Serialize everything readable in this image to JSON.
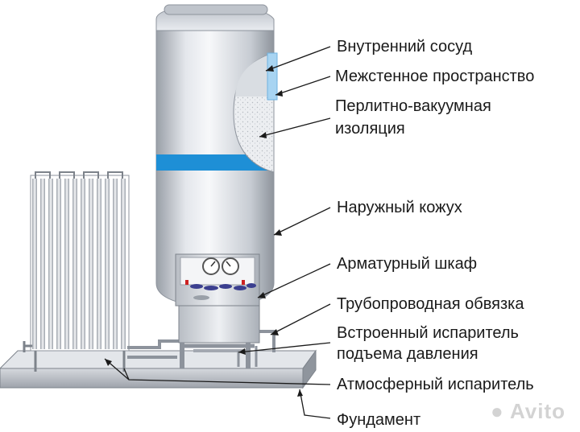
{
  "labels": {
    "inner_vessel": "Внутренний сосуд",
    "interwall_space": "Межстенное пространство",
    "insulation_line1": "Перлитно-вакуумная",
    "insulation_line2": "изоляция",
    "outer_casing": "Наружный кожух",
    "valve_cabinet": "Арматурный шкаф",
    "piping": "Трубопроводная обвязка",
    "vaporizer_line1": "Встроенный испаритель",
    "vaporizer_line2": "подъема давления",
    "atm_vaporizer": "Атмосферный испаритель",
    "foundation": "Фундамент"
  },
  "watermark": "Avito",
  "colors": {
    "tank_light": "#f2f4f7",
    "tank_mid": "#c9ced6",
    "tank_dark": "#8d939c",
    "accent_blue": "#1e8fd6",
    "interwall_blue": "#a8d4f2",
    "label_text": "#1a1a1a",
    "leader_line": "#1a1a1a"
  }
}
